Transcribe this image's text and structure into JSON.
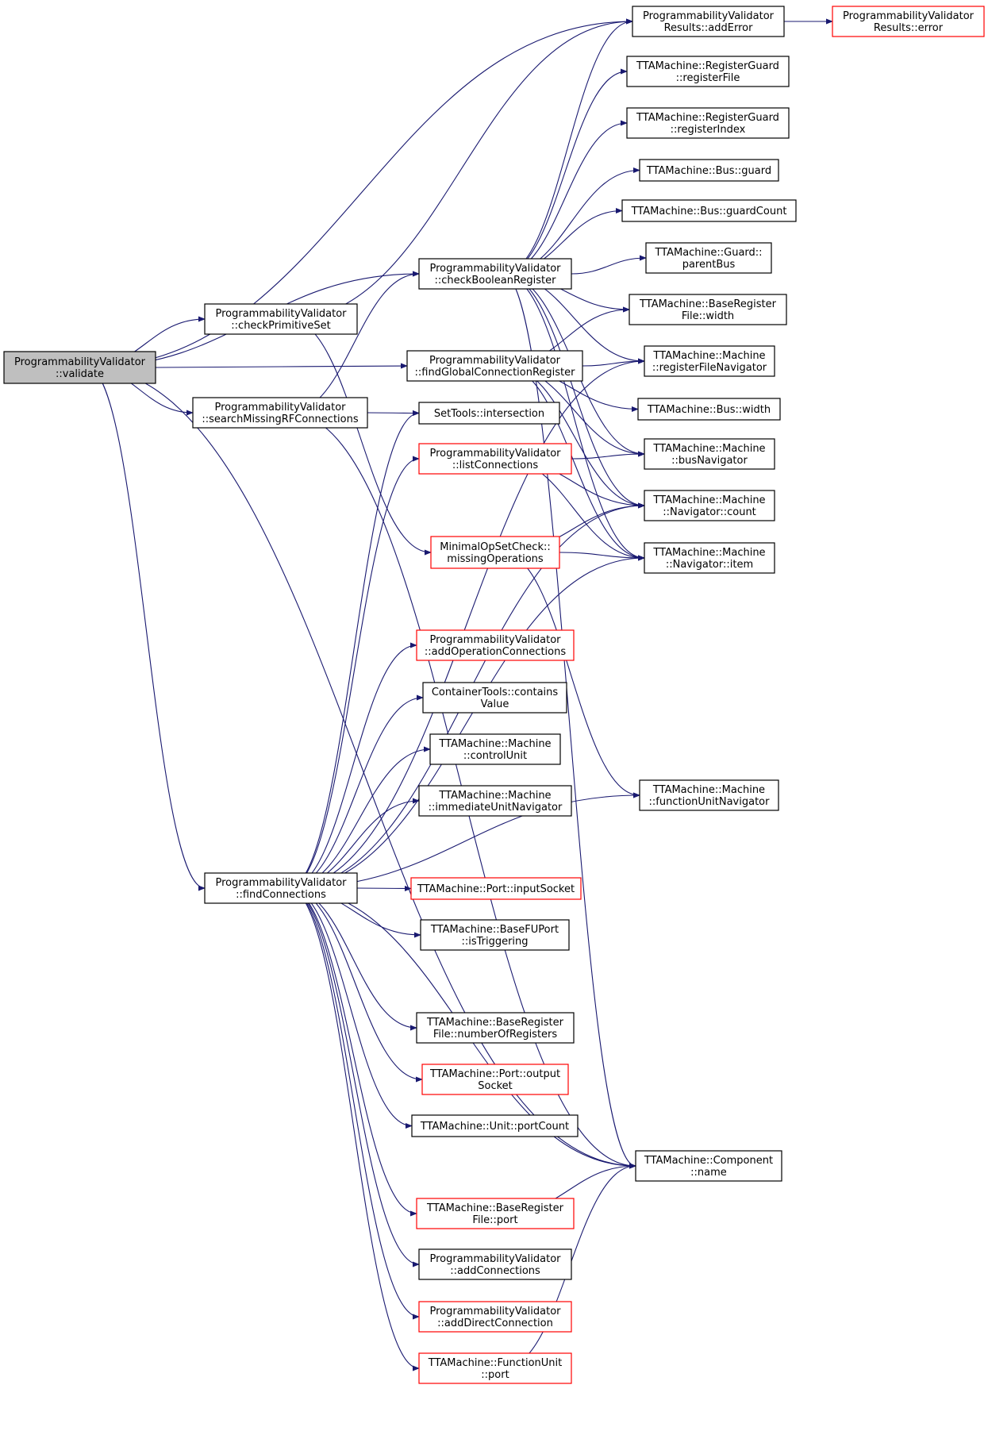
{
  "colors": {
    "edge": "#191970",
    "border_normal": "#000000",
    "border_red": "#ff0000",
    "root_fill": "#bfbfbf",
    "node_fill": "#ffffff"
  },
  "nodes": [
    {
      "id": "validate",
      "lines": [
        "ProgrammabilityValidator",
        "::validate"
      ],
      "style": "root"
    },
    {
      "id": "addError",
      "lines": [
        "ProgrammabilityValidator",
        "Results::addError"
      ],
      "style": "normal"
    },
    {
      "id": "error",
      "lines": [
        "ProgrammabilityValidator",
        "Results::error"
      ],
      "style": "red"
    },
    {
      "id": "regFile",
      "lines": [
        "TTAMachine::RegisterGuard",
        "::registerFile"
      ],
      "style": "normal"
    },
    {
      "id": "regIndex",
      "lines": [
        "TTAMachine::RegisterGuard",
        "::registerIndex"
      ],
      "style": "normal"
    },
    {
      "id": "busGuard",
      "lines": [
        "TTAMachine::Bus::guard"
      ],
      "style": "normal"
    },
    {
      "id": "guardCount",
      "lines": [
        "TTAMachine::Bus::guardCount"
      ],
      "style": "normal"
    },
    {
      "id": "checkBool",
      "lines": [
        "ProgrammabilityValidator",
        "::checkBooleanRegister"
      ],
      "style": "normal"
    },
    {
      "id": "parentBus",
      "lines": [
        "TTAMachine::Guard::",
        "parentBus"
      ],
      "style": "normal"
    },
    {
      "id": "checkPrim",
      "lines": [
        "ProgrammabilityValidator",
        "::checkPrimitiveSet"
      ],
      "style": "normal"
    },
    {
      "id": "rfWidth",
      "lines": [
        "TTAMachine::BaseRegister",
        "File::width"
      ],
      "style": "normal"
    },
    {
      "id": "rfNav",
      "lines": [
        "TTAMachine::Machine",
        "::registerFileNavigator"
      ],
      "style": "normal"
    },
    {
      "id": "findGlobal",
      "lines": [
        "ProgrammabilityValidator",
        "::findGlobalConnectionRegister"
      ],
      "style": "normal"
    },
    {
      "id": "busWidth",
      "lines": [
        "TTAMachine::Bus::width"
      ],
      "style": "normal"
    },
    {
      "id": "searchMissing",
      "lines": [
        "ProgrammabilityValidator",
        "::searchMissingRFConnections"
      ],
      "style": "normal"
    },
    {
      "id": "intersection",
      "lines": [
        "SetTools::intersection"
      ],
      "style": "normal"
    },
    {
      "id": "listConn",
      "lines": [
        "ProgrammabilityValidator",
        "::listConnections"
      ],
      "style": "red"
    },
    {
      "id": "busNav",
      "lines": [
        "TTAMachine::Machine",
        "::busNavigator"
      ],
      "style": "normal"
    },
    {
      "id": "navCount",
      "lines": [
        "TTAMachine::Machine",
        "::Navigator::count"
      ],
      "style": "normal"
    },
    {
      "id": "missingOps",
      "lines": [
        "MinimalOpSetCheck::",
        "missingOperations"
      ],
      "style": "red"
    },
    {
      "id": "navItem",
      "lines": [
        "TTAMachine::Machine",
        "::Navigator::item"
      ],
      "style": "normal"
    },
    {
      "id": "addOpConn",
      "lines": [
        "ProgrammabilityValidator",
        "::addOperationConnections"
      ],
      "style": "red"
    },
    {
      "id": "containsValue",
      "lines": [
        "ContainerTools::contains",
        "Value"
      ],
      "style": "normal"
    },
    {
      "id": "controlUnit",
      "lines": [
        "TTAMachine::Machine",
        "::controlUnit"
      ],
      "style": "normal"
    },
    {
      "id": "immNav",
      "lines": [
        "TTAMachine::Machine",
        "::immediateUnitNavigator"
      ],
      "style": "normal"
    },
    {
      "id": "fuNav",
      "lines": [
        "TTAMachine::Machine",
        "::functionUnitNavigator"
      ],
      "style": "normal"
    },
    {
      "id": "findConn",
      "lines": [
        "ProgrammabilityValidator",
        "::findConnections"
      ],
      "style": "normal"
    },
    {
      "id": "inputSocket",
      "lines": [
        "TTAMachine::Port::inputSocket"
      ],
      "style": "red"
    },
    {
      "id": "isTrig",
      "lines": [
        "TTAMachine::BaseFUPort",
        "::isTriggering"
      ],
      "style": "normal"
    },
    {
      "id": "numRegs",
      "lines": [
        "TTAMachine::BaseRegister",
        "File::numberOfRegisters"
      ],
      "style": "normal"
    },
    {
      "id": "outSocket",
      "lines": [
        "TTAMachine::Port::output",
        "Socket"
      ],
      "style": "red"
    },
    {
      "id": "portCount",
      "lines": [
        "TTAMachine::Unit::portCount"
      ],
      "style": "normal"
    },
    {
      "id": "compName",
      "lines": [
        "TTAMachine::Component",
        "::name"
      ],
      "style": "normal"
    },
    {
      "id": "rfPort",
      "lines": [
        "TTAMachine::BaseRegister",
        "File::port"
      ],
      "style": "red"
    },
    {
      "id": "addConns",
      "lines": [
        "ProgrammabilityValidator",
        "::addConnections"
      ],
      "style": "normal"
    },
    {
      "id": "addDirect",
      "lines": [
        "ProgrammabilityValidator",
        "::addDirectConnection"
      ],
      "style": "red"
    },
    {
      "id": "fuPort",
      "lines": [
        "TTAMachine::FunctionUnit",
        "::port"
      ],
      "style": "red"
    }
  ],
  "edges": [
    [
      "validate",
      "addError"
    ],
    [
      "validate",
      "checkBool"
    ],
    [
      "validate",
      "checkPrim"
    ],
    [
      "validate",
      "findGlobal"
    ],
    [
      "validate",
      "searchMissing"
    ],
    [
      "validate",
      "findConn"
    ],
    [
      "validate",
      "compName"
    ],
    [
      "addError",
      "error"
    ],
    [
      "checkPrim",
      "addError"
    ],
    [
      "checkPrim",
      "missingOps"
    ],
    [
      "checkBool",
      "addError"
    ],
    [
      "checkBool",
      "regFile"
    ],
    [
      "checkBool",
      "regIndex"
    ],
    [
      "checkBool",
      "busGuard"
    ],
    [
      "checkBool",
      "guardCount"
    ],
    [
      "checkBool",
      "parentBus"
    ],
    [
      "checkBool",
      "rfWidth"
    ],
    [
      "checkBool",
      "rfNav"
    ],
    [
      "checkBool",
      "busNav"
    ],
    [
      "checkBool",
      "navCount"
    ],
    [
      "checkBool",
      "navItem"
    ],
    [
      "checkBool",
      "compName"
    ],
    [
      "findGlobal",
      "rfWidth"
    ],
    [
      "findGlobal",
      "rfNav"
    ],
    [
      "findGlobal",
      "busWidth"
    ],
    [
      "findGlobal",
      "busNav"
    ],
    [
      "findGlobal",
      "navCount"
    ],
    [
      "findGlobal",
      "navItem"
    ],
    [
      "searchMissing",
      "checkBool"
    ],
    [
      "searchMissing",
      "intersection"
    ],
    [
      "searchMissing",
      "compName"
    ],
    [
      "listConn",
      "busNav"
    ],
    [
      "listConn",
      "navCount"
    ],
    [
      "listConn",
      "navItem"
    ],
    [
      "missingOps",
      "navCount"
    ],
    [
      "missingOps",
      "navItem"
    ],
    [
      "missingOps",
      "fuNav"
    ],
    [
      "findConn",
      "rfNav"
    ],
    [
      "findConn",
      "intersection"
    ],
    [
      "findConn",
      "listConn"
    ],
    [
      "findConn",
      "navCount"
    ],
    [
      "findConn",
      "addOpConn"
    ],
    [
      "findConn",
      "containsValue"
    ],
    [
      "findConn",
      "controlUnit"
    ],
    [
      "findConn",
      "immNav"
    ],
    [
      "findConn",
      "navItem"
    ],
    [
      "findConn",
      "inputSocket"
    ],
    [
      "findConn",
      "isTrig"
    ],
    [
      "findConn",
      "fuNav"
    ],
    [
      "findConn",
      "numRegs"
    ],
    [
      "findConn",
      "outSocket"
    ],
    [
      "findConn",
      "portCount"
    ],
    [
      "findConn",
      "compName"
    ],
    [
      "findConn",
      "rfPort"
    ],
    [
      "findConn",
      "addConns"
    ],
    [
      "findConn",
      "addDirect"
    ],
    [
      "findConn",
      "fuPort"
    ],
    [
      "rfPort",
      "compName"
    ],
    [
      "fuPort",
      "compName"
    ]
  ]
}
